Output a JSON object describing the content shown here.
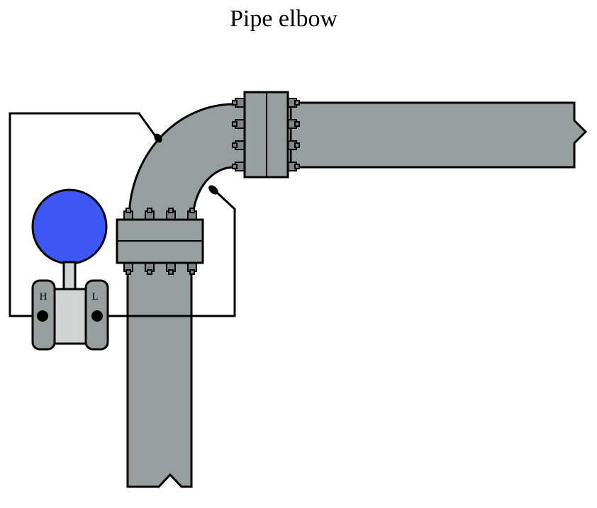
{
  "diagram": {
    "title": "Pipe elbow",
    "transmitter": {
      "high_port_label": "H",
      "low_port_label": "L"
    }
  },
  "colors": {
    "pipe": "#95a09e",
    "flange": "#95a09e",
    "transmitter_body": "#95a09e",
    "transmitter_center": "#d0d4d3",
    "indicator": "#3d57f5",
    "outline": "#000000"
  }
}
